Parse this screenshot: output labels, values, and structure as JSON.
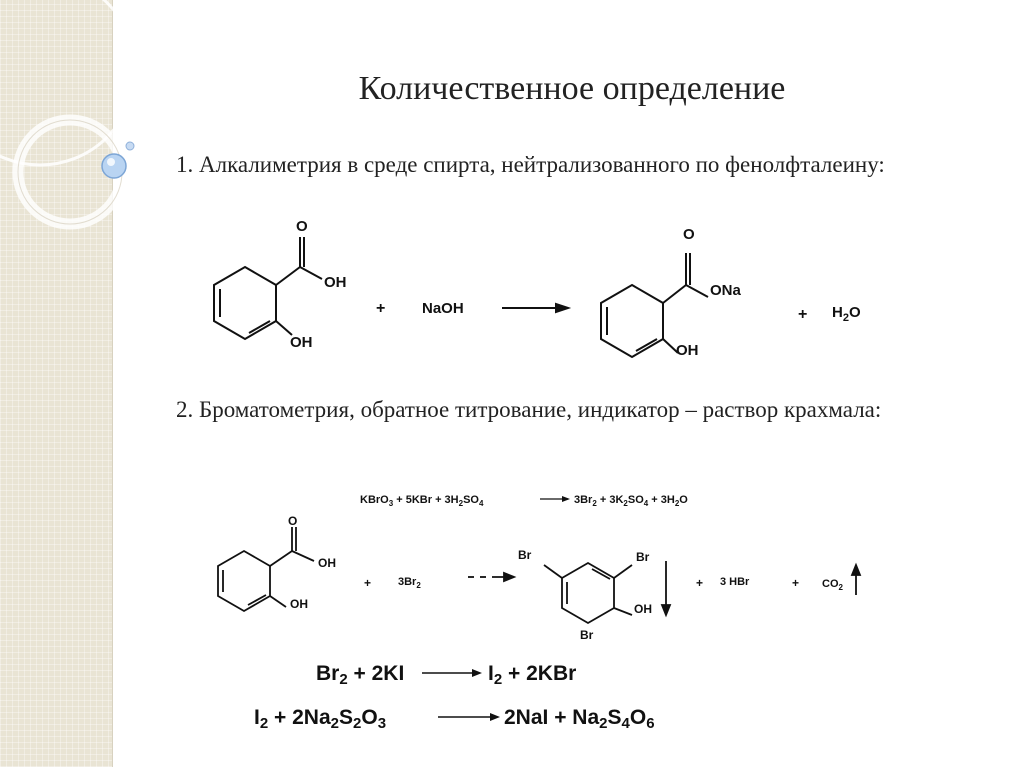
{
  "slide": {
    "title": "Количественное определение",
    "item1": "1. Алкалиметрия в среде спирта, нейтрализованного по фенолфталеину:",
    "item2": "2. Броматометрия, обратное титрование, индикатор – раствор крахмала:"
  },
  "reaction1": {
    "oh": "OH",
    "plus": "+",
    "naoh": "NaOH",
    "ona": "ONa",
    "water": "H2O",
    "carbonyl_o": "O"
  },
  "reaction2": {
    "equation": "KBrO3 + 5KBr + 3H2SO4 → 3Br2 + 3K2SO4 + 3H2O",
    "oh": "OH",
    "reagent": "3Br2",
    "br": "Br",
    "hbr": "3 HBr",
    "co2": "CO2",
    "plus": "+",
    "carbonyl_o": "O"
  },
  "equations": {
    "eq3": "Br2 + 2KI → I2 + 2KBr",
    "eq4": "I2 + 2Na2S2O3 → 2NaI + Na2S4O6"
  },
  "colors": {
    "sidebar": "#e9e4d4",
    "ring": "#ffffff",
    "bead": "#9fc3ec",
    "text": "#222222"
  }
}
